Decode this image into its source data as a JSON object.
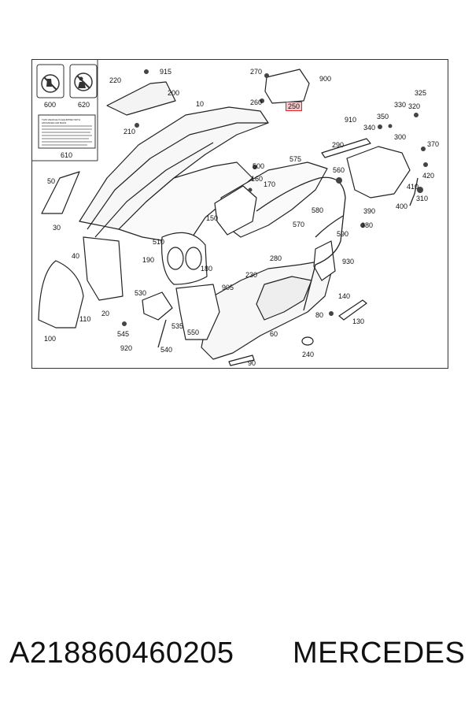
{
  "diagram": {
    "highlight_color": "#e0262b",
    "labels": [
      "915",
      "220",
      "200",
      "210",
      "270",
      "900",
      "260",
      "250",
      "325",
      "330",
      "320",
      "910",
      "350",
      "340",
      "300",
      "290",
      "370",
      "420",
      "500",
      "575",
      "560",
      "160",
      "170",
      "410",
      "310",
      "400",
      "150",
      "390",
      "580",
      "570",
      "380",
      "590",
      "510",
      "190",
      "280",
      "230",
      "180",
      "905",
      "930",
      "530",
      "140",
      "80",
      "20",
      "110",
      "545",
      "535",
      "550",
      "60",
      "130",
      "920",
      "540",
      "240",
      "90",
      "10",
      "50",
      "30",
      "40",
      "100",
      "600",
      "620",
      "610"
    ],
    "highlighted": "250",
    "warning_card": {
      "title": "THIS VEHICLE IS EQUIPPED WITH ADVANCED AIR BAGS"
    }
  },
  "footer": {
    "part_number": "A218860460205",
    "brand": "MERCEDES"
  }
}
